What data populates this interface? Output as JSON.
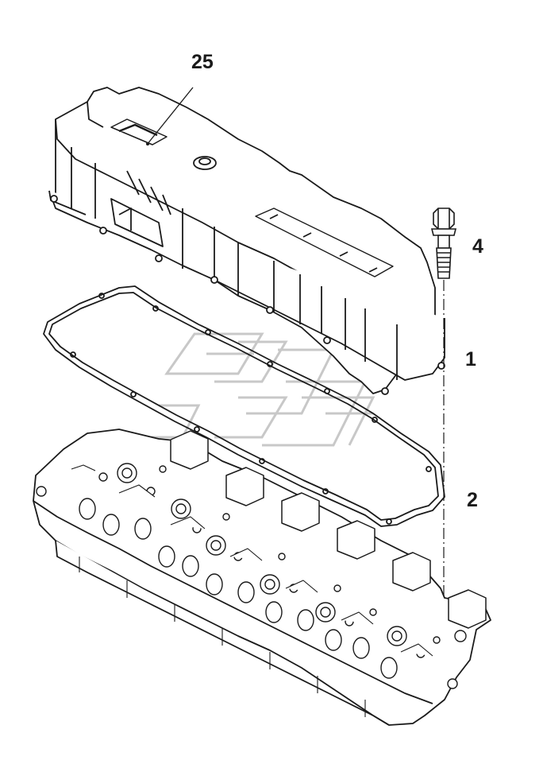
{
  "callouts": {
    "c25": "25",
    "c4": "4",
    "c1": "1",
    "c2": "2"
  },
  "colors": {
    "line": "#1a1a1a",
    "watermark": "#c8c8c8",
    "background": "#ffffff"
  },
  "icons": [
    "watermark-logo"
  ]
}
